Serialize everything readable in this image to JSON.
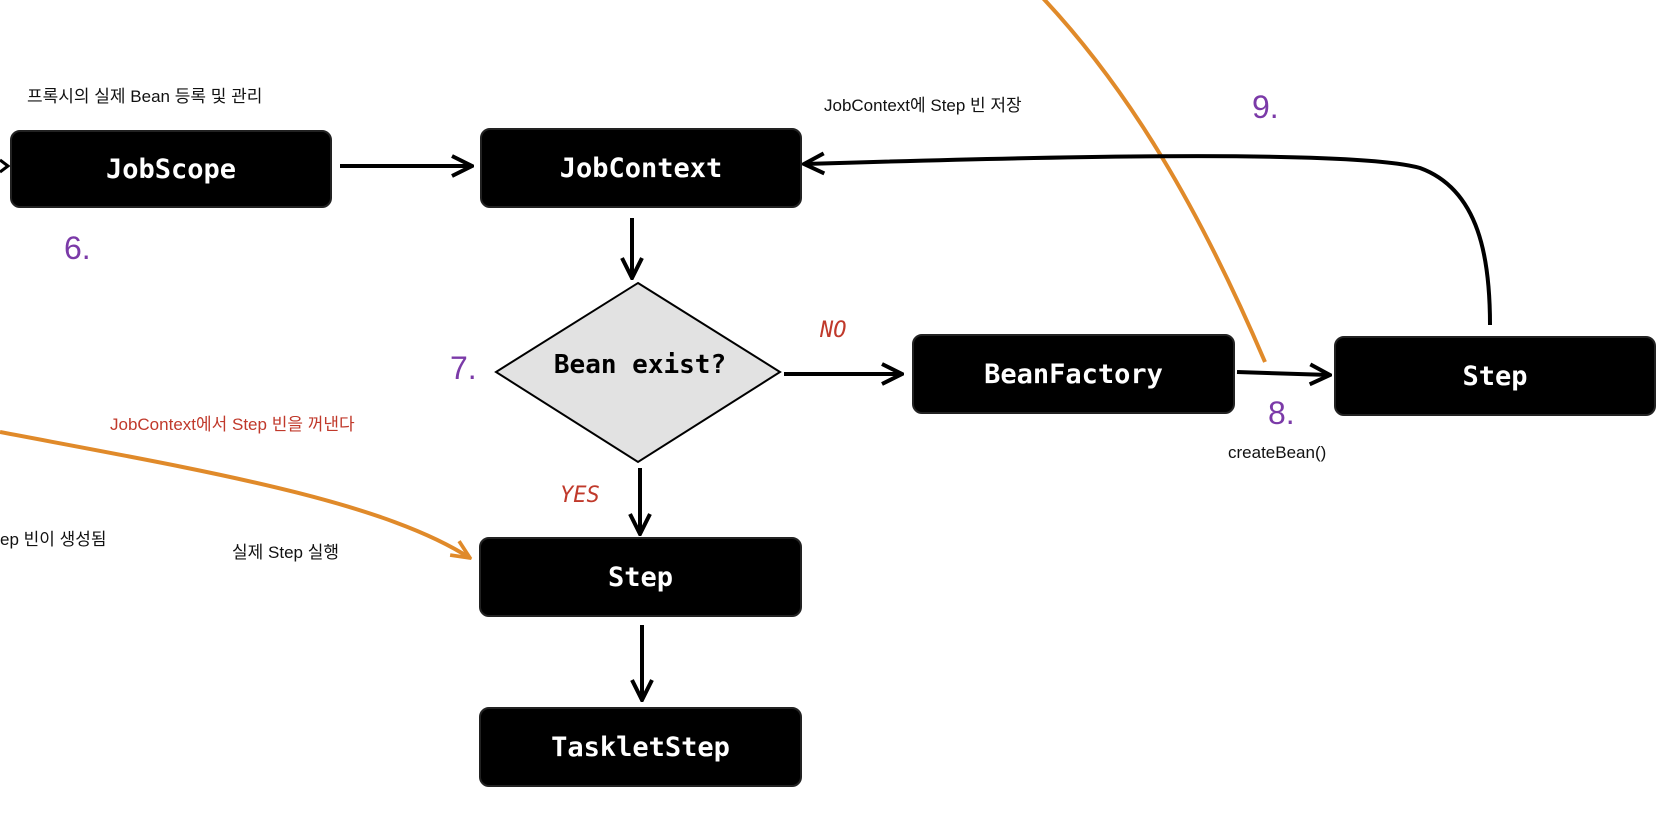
{
  "nodes": {
    "job_scope": "JobScope",
    "job_context": "JobContext",
    "decision": "Bean exist?",
    "bean_factory": "BeanFactory",
    "step_right": "Step",
    "step_center": "Step",
    "tasklet_step": "TaskletStep"
  },
  "labels": {
    "proxy_register": "프록시의 실제 Bean 등록 및 관리",
    "store_step_bean": "JobContext에 Step 빈 저장",
    "get_step_bean": "JobContext에서 Step 빈을 꺼낸다",
    "step_bean_created": "ep 빈이 생성됨",
    "run_step": "실제 Step 실행",
    "create_bean": "createBean()",
    "no": "NO",
    "yes": "YES"
  },
  "steps": {
    "s6": "6.",
    "s7": "7.",
    "s8": "8.",
    "s9": "9."
  },
  "colors": {
    "node_fill": "#000000",
    "diamond_fill": "#e2e2e2",
    "arrow": "#000000",
    "orange_line": "#e08a2a",
    "step_number": "#7b3aa8",
    "red_text": "#c0392b"
  }
}
